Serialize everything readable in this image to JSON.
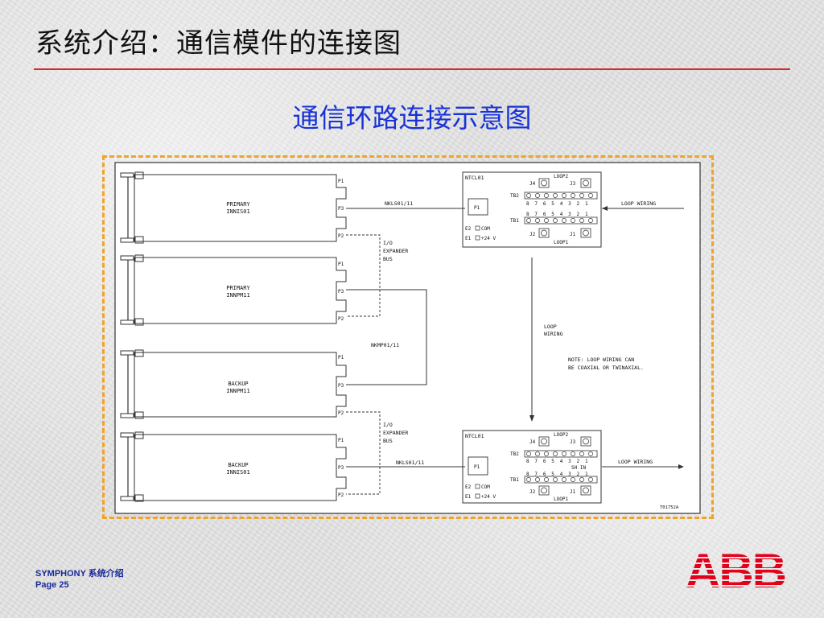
{
  "slide": {
    "title": "系统介绍：通信模件的连接图",
    "heading": "通信环路连接示意图"
  },
  "diagram": {
    "modules": [
      {
        "line1": "PRIMARY",
        "line2": "INNIS01"
      },
      {
        "line1": "PRIMARY",
        "line2": "INNPM11"
      },
      {
        "line1": "BACKUP",
        "line2": "INNPM11"
      },
      {
        "line1": "BACKUP",
        "line2": "INNIS01"
      }
    ],
    "ports": {
      "p1": "P1",
      "p2": "P2",
      "p3": "P3"
    },
    "cables": {
      "nkls_top": "NKLS01/11",
      "nkls_bottom": "NKLS01/11",
      "nkmp": "NKMP01/11"
    },
    "expander_top": [
      "I/O",
      "EXPANDER",
      "BUS"
    ],
    "expander_bottom": [
      "I/O",
      "EXPANDER",
      "BUS"
    ],
    "ntcl_top": {
      "name": "NTCL01",
      "loop2": "LOOP2",
      "loop1": "LOOP1",
      "j1": "J1",
      "j2": "J2",
      "j3": "J3",
      "j4": "J4",
      "tb1": "TB1",
      "tb2": "TB2",
      "p1": "P1",
      "e1": "E1",
      "e2": "E2",
      "com": "COM",
      "v24": "+24 V",
      "tb2_numbers": "8 7 6 5 4 3 2 1",
      "tb1_numbers": "8 7 6 5 4 3 2 1"
    },
    "ntcl_bottom": {
      "name": "NTCL01",
      "loop2": "LOOP2",
      "loop1": "LOOP1",
      "j1": "J1",
      "j2": "J2",
      "j3": "J3",
      "j4": "J4",
      "tb1": "TB1",
      "tb2": "TB2",
      "p1": "P1",
      "e1": "E1",
      "e2": "E2",
      "com": "COM",
      "v24": "+24 V",
      "tb2_numbers": "8 7 6 5 4 3 2 1",
      "tb2_extra": "SH  IN",
      "tb1_numbers": "8 7 6 5 4 3 2 1"
    },
    "loop_wiring_top": "LOOP WIRING",
    "loop_wiring_bottom": "LOOP WIRING",
    "loop_label": [
      "LOOP",
      "WIRING"
    ],
    "note": [
      "NOTE: LOOP WIRING CAN",
      "BE COAXIAL OR TWINAXIAL."
    ],
    "figure_id": "T01752A"
  },
  "footer": {
    "brand": "SYMPHONY 系统介绍",
    "page": "Page 25"
  },
  "logo": {
    "text": "ABB",
    "color": "#e2001a"
  }
}
